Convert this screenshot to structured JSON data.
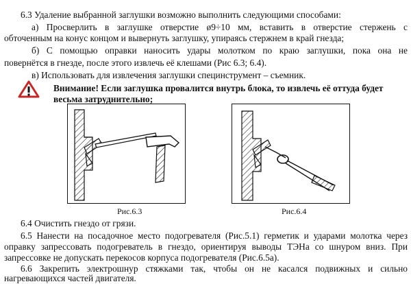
{
  "paragraphs": {
    "p63_line1": "6.3 Удаление выбранной заглушки возможно выполнить следующими способами:",
    "p63a_line1": "а) Просверлить в заглушке отверстие ø9÷10 мм, вставить в отверстие стержень с",
    "p63a_line2": "обточенным на конус концом и вывернуть заглушку, упираясь стержнем в край гнезда;",
    "p63b_line1": "б) С помощью оправки наносить удары молотком по краю заглушки, пока она не",
    "p63b_line2": "повернётся в гнезде, после этого извлечь её клешами (Рис 6.3; 6.4).",
    "p63v_line1": "в) Использовать для извлечения заглушки специнструмент – съемник."
  },
  "warning": {
    "line1": "Внимание! Если заглушка провалится внутрь блока, то извлечь её оттуда будет",
    "line2": "весьма затруднительно;"
  },
  "figures": {
    "fig1_caption": "Рис.6.3",
    "fig2_caption": "Рис.6.4"
  },
  "paragraphs_after": {
    "p64": "6.4 Очистить гнездо от грязи.",
    "p65_line1": "6.5 Нанести на посадочное место подогревателя (Рис.5.1) герметик и ударами молотка через",
    "p65_line2": "оправку запрессовать подогреватель в гнездо, ориентируя выводы ТЭНа со шнуром вниз. При",
    "p65_line3": "запрессовке не допускать перекосов корпуса подогревателя (Рис.6.5а).",
    "p66_line1": "6.6 Закрепить электрошнур стяжками так, чтобы он не касался подвижных и сильно",
    "p66_line2": "нагревающихся частей двигателя."
  }
}
